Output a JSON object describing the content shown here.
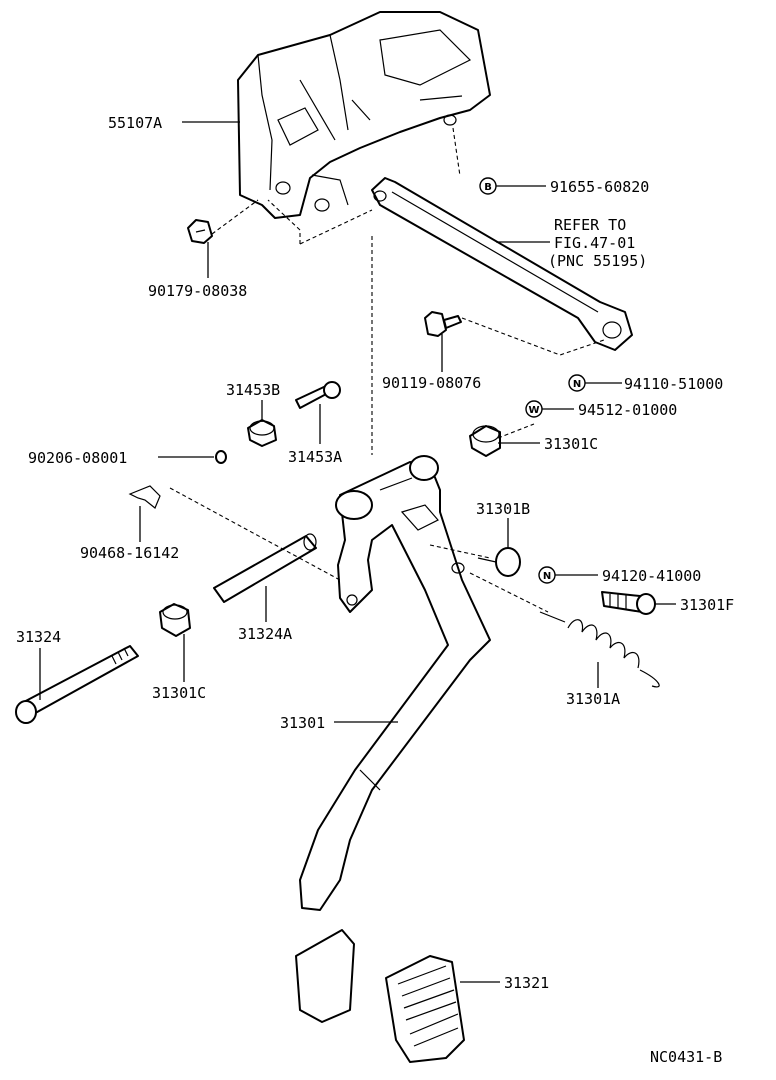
{
  "callouts": {
    "bracket": "55107A",
    "bolt_91655": "91655-60820",
    "bolt_90179": "90179-08038",
    "refer_line1": "REFER TO",
    "refer_line2": "FIG.47-01",
    "refer_line3": "(PNC 55195)",
    "bolt_90119": "90119-08076",
    "nut_94110": "94110-51000",
    "washer_94512": "94512-01000",
    "bushing_31301C_top": "31301C",
    "cushion_31453B": "31453B",
    "pin_31453A": "31453A",
    "clip_90206": "90206-08001",
    "pin_90468": "90468-16142",
    "stopper_31301B": "31301B",
    "nut_94120": "94120-41000",
    "bolt_31301F": "31301F",
    "bolt_31324": "31324",
    "collar_31324A": "31324A",
    "bushing_31301C_left": "31301C",
    "spring_31301A": "31301A",
    "pedal_arm": "31301",
    "pedal_pad": "31321",
    "figure_code": "NC0431-B"
  },
  "symbols": {
    "bolt_b": "B",
    "nut_n1": "N",
    "washer_w": "W",
    "nut_n2": "N"
  }
}
